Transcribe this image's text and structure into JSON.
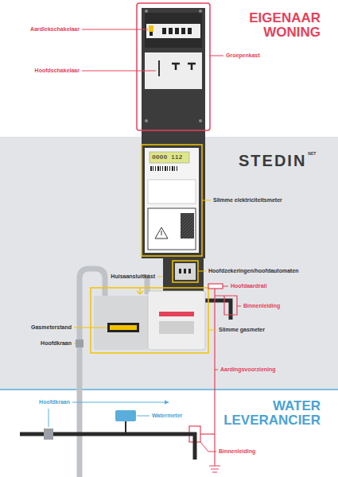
{
  "diagram": {
    "nodes": [
      {
        "text": [
          "EIGENAAR WONING"
        ]
      },
      {
        "text": [
          "STEDIN",
          "NET"
        ]
      },
      {
        "text": [
          "WATER LEVERANCIER"
        ]
      }
    ],
    "labels": [
      "Aardlekschakelaar",
      "Groepenkast",
      "Hoofdschakelaar",
      "0000 112",
      "Slimme elektriciteitsmeter",
      "Huisaansluitkast",
      "Hoofdzekeringen/hoofdautomaten",
      "Hoofdaardrail",
      "Binnenleiding",
      "Gasmeterstand",
      "Slimme gasmeter",
      "Hoofdkraan",
      "Aardingsvoorziening",
      "Hoofdkraan",
      "Watermeter",
      "Binnenleiding"
    ]
  }
}
